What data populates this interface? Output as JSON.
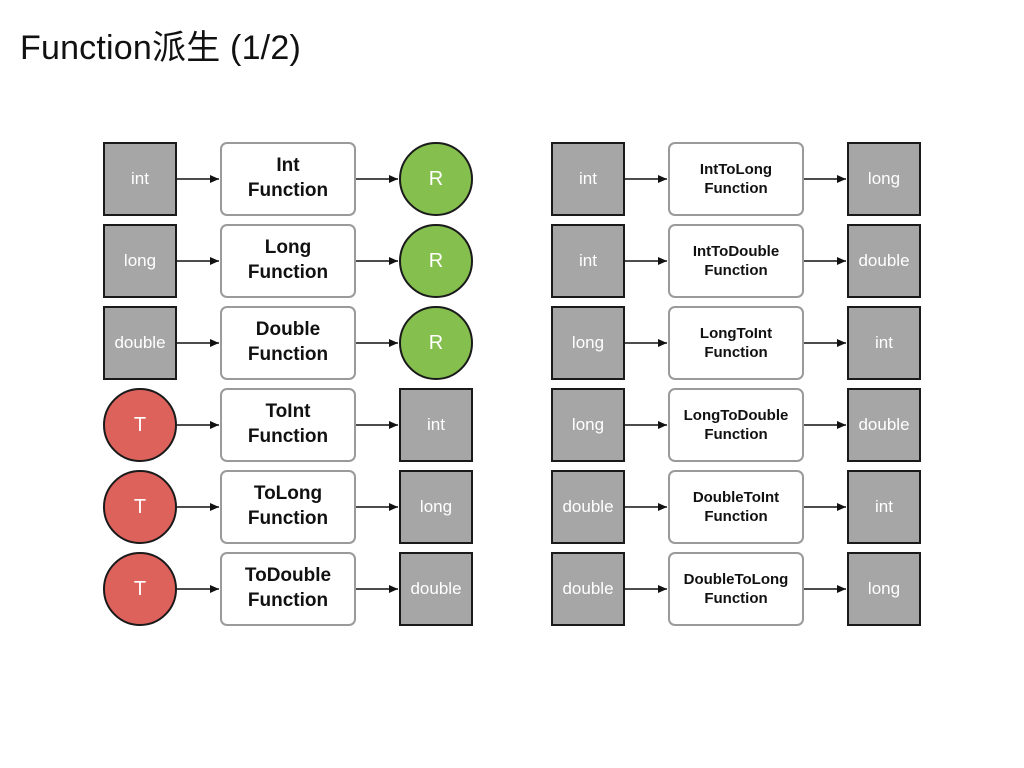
{
  "title": "Function派生 (1/2)",
  "colors": {
    "type_box_fill": "#a6a6a6",
    "result_circle": "#85bf4e",
    "generic_circle": "#de625c",
    "function_box_border": "#9a9a9a"
  },
  "left_column": [
    {
      "input": "int",
      "input_shape": "box",
      "function": [
        "Int",
        "Function"
      ],
      "output": "R",
      "output_shape": "circle-green"
    },
    {
      "input": "long",
      "input_shape": "box",
      "function": [
        "Long",
        "Function"
      ],
      "output": "R",
      "output_shape": "circle-green"
    },
    {
      "input": "double",
      "input_shape": "box",
      "function": [
        "Double",
        "Function"
      ],
      "output": "R",
      "output_shape": "circle-green"
    },
    {
      "input": "T",
      "input_shape": "circle-red",
      "function": [
        "ToInt",
        "Function"
      ],
      "output": "int",
      "output_shape": "box"
    },
    {
      "input": "T",
      "input_shape": "circle-red",
      "function": [
        "ToLong",
        "Function"
      ],
      "output": "long",
      "output_shape": "box"
    },
    {
      "input": "T",
      "input_shape": "circle-red",
      "function": [
        "ToDouble",
        "Function"
      ],
      "output": "double",
      "output_shape": "box"
    }
  ],
  "right_column": [
    {
      "input": "int",
      "input_shape": "box",
      "function": [
        "IntToLong",
        "Function"
      ],
      "output": "long",
      "output_shape": "box"
    },
    {
      "input": "int",
      "input_shape": "box",
      "function": [
        "IntToDouble",
        "Function"
      ],
      "output": "double",
      "output_shape": "box"
    },
    {
      "input": "long",
      "input_shape": "box",
      "function": [
        "LongToInt",
        "Function"
      ],
      "output": "int",
      "output_shape": "box"
    },
    {
      "input": "long",
      "input_shape": "box",
      "function": [
        "LongToDouble",
        "Function"
      ],
      "output": "double",
      "output_shape": "box"
    },
    {
      "input": "double",
      "input_shape": "box",
      "function": [
        "DoubleToInt",
        "Function"
      ],
      "output": "int",
      "output_shape": "box"
    },
    {
      "input": "double",
      "input_shape": "box",
      "function": [
        "DoubleToLong",
        "Function"
      ],
      "output": "long",
      "output_shape": "box"
    }
  ]
}
